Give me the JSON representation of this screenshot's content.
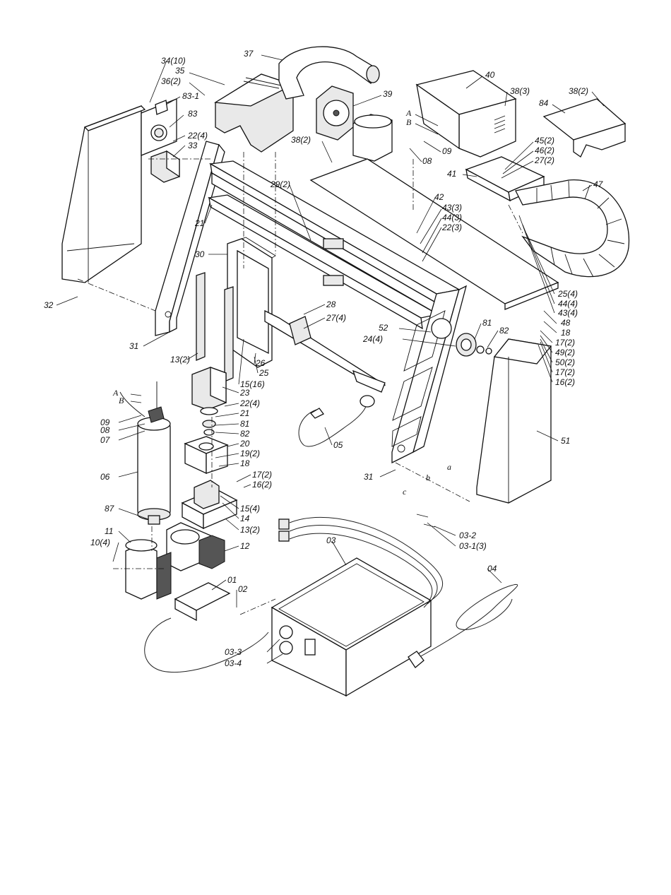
{
  "diagram": {
    "labels": [
      "34(10)",
      "35",
      "37",
      "36(2)",
      "83-1",
      "83",
      "22(4)",
      "33",
      "38(2)",
      "38(3)",
      "38(2)",
      "40",
      "39",
      "84",
      "A",
      "B",
      "09",
      "08",
      "45(2)",
      "46(2)",
      "27(2)",
      "41",
      "47",
      "29(2)",
      "42",
      "43(3)",
      "44(3)",
      "22(3)",
      "21",
      "30",
      "32",
      "25(4)",
      "44(4)",
      "43(4)",
      "48",
      "18",
      "17(2)",
      "49(2)",
      "50(2)",
      "17(2)",
      "16(2)",
      "28",
      "27(4)",
      "52",
      "24(4)",
      "81",
      "82",
      "31",
      "13(2)",
      "26",
      "25",
      "15(16)",
      "23",
      "22(4)",
      "21",
      "81",
      "82",
      "20",
      "19(2)",
      "18",
      "17(2)",
      "16(2)",
      "15(4)",
      "14",
      "13(2)",
      "12",
      "A",
      "B",
      "09",
      "08",
      "07",
      "06",
      "87",
      "11",
      "10(4)",
      "05",
      "51",
      "31",
      "c",
      "b",
      "a",
      "03-2",
      "03-1(3)",
      "03",
      "04",
      "01",
      "02",
      "03-3",
      "03-4"
    ]
  }
}
